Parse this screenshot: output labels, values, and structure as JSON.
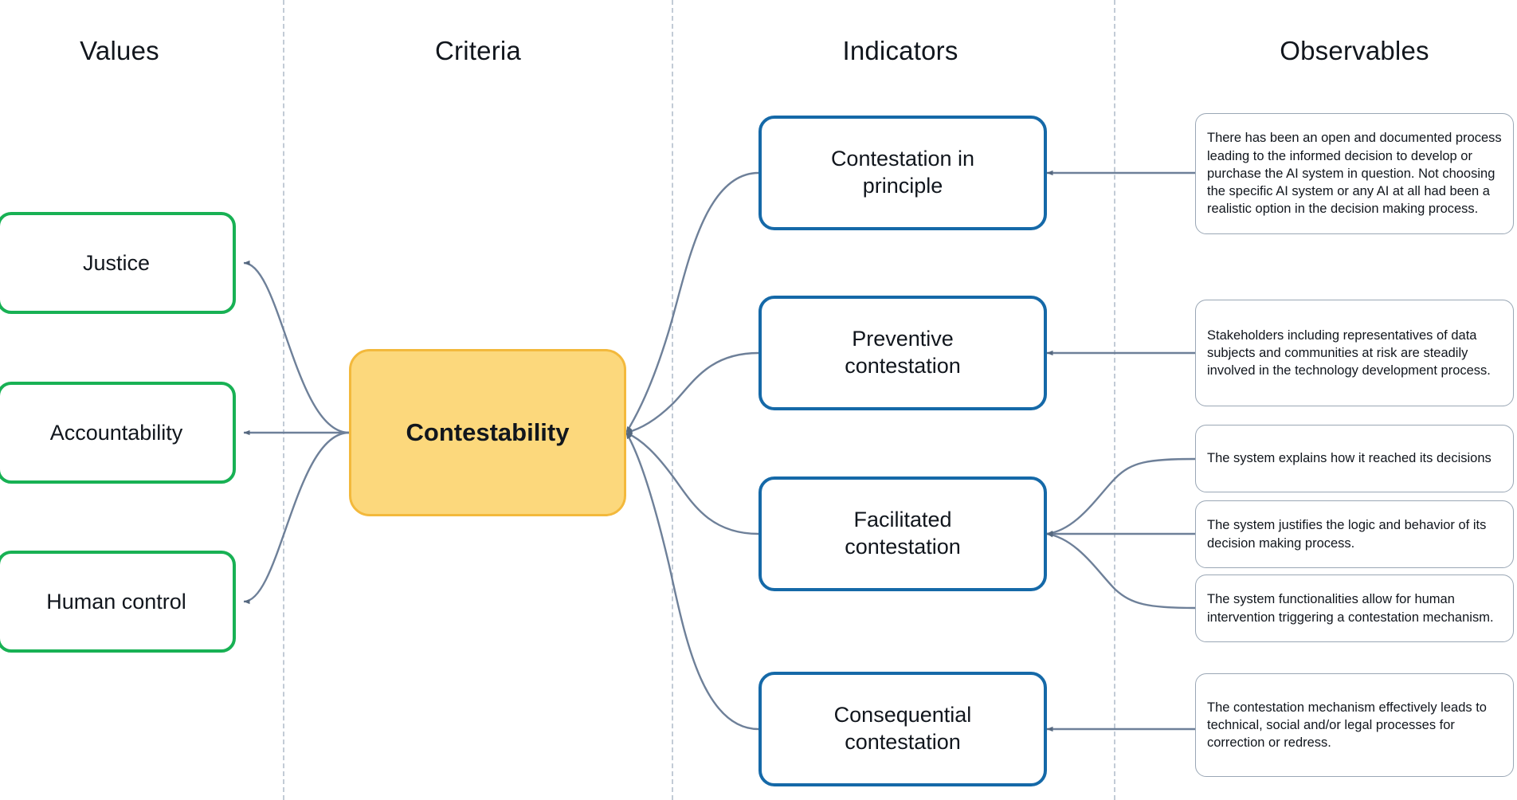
{
  "diagram": {
    "title": "Contestability values-criteria-indicators-observables map",
    "columns": [
      {
        "label": "Values"
      },
      {
        "label": "Criteria"
      },
      {
        "label": "Indicators"
      },
      {
        "label": "Observables"
      }
    ],
    "colors": {
      "value_border": "#18b154",
      "criteria_border": "#f3b93c",
      "criteria_fill": "#fcd87c",
      "indicator_border": "#1569a8",
      "observable_border": "#9aa7b5",
      "connector": "#6e8099",
      "divider": "#c2cbd6",
      "text": "#11161d",
      "background": "#ffffff"
    },
    "values": [
      {
        "label": "Justice"
      },
      {
        "label": "Accountability"
      },
      {
        "label": "Human control"
      }
    ],
    "criteria": [
      {
        "label": "Contestability"
      }
    ],
    "indicators": [
      {
        "label": "Contestation in principle"
      },
      {
        "label": "Preventive contestation"
      },
      {
        "label": "Facilitated contestation"
      },
      {
        "label": "Consequential contestation"
      }
    ],
    "observables": [
      {
        "text": "There has been an open and documented process leading to the informed decision to develop or purchase the AI system in question. Not choosing the specific AI system or any AI at all had been a realistic option in the decision making process."
      },
      {
        "text": "Stakeholders including representatives of data subjects and communities at risk are steadily involved in the technology development process."
      },
      {
        "text": "The system explains how it reached its decisions"
      },
      {
        "text": "The system justifies the logic and behavior of its decision making process."
      },
      {
        "text": "The system functionalities allow for human intervention triggering a contestation mechanism."
      },
      {
        "text": "The contestation mechanism effectively leads to technical, social and/or legal processes for correction or redress."
      }
    ]
  }
}
